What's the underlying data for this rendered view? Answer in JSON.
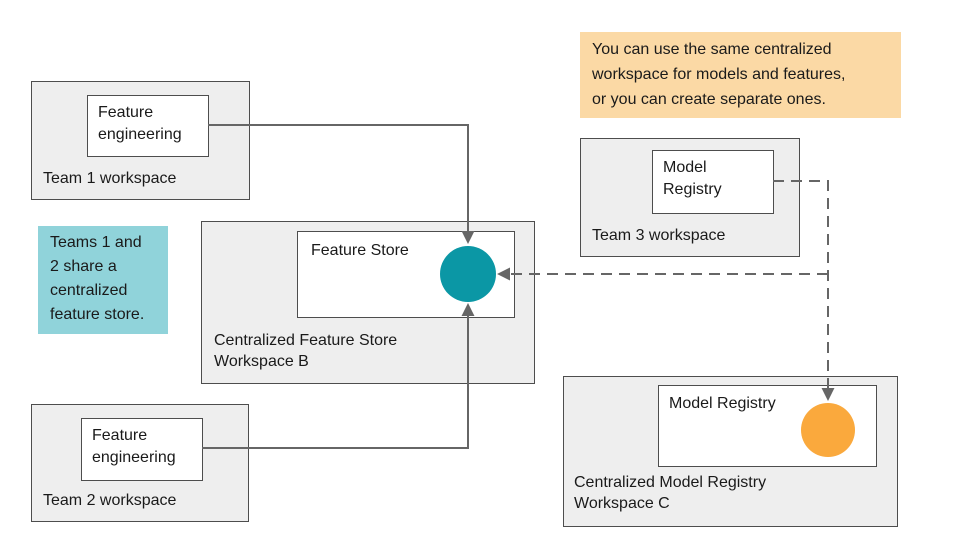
{
  "colors": {
    "workspace_fill": "#eeeeee",
    "workspace_border": "#4d4d4d",
    "node_border": "#4d4d4d",
    "line": "#666666",
    "teal_circle": "#0b97a5",
    "orange_circle": "#faa93d",
    "teal_note_bg": "#90d3da",
    "orange_note_bg": "#fbd9a5",
    "text": "#1a1a1a"
  },
  "notes": {
    "orange": "You can use the same centralized\nworkspace for models and features,\nor you can create separate ones.",
    "teal": "Teams 1 and\n2 share a\ncentralized\nfeature store."
  },
  "workspaces": {
    "team1": {
      "label": "Team 1 workspace",
      "node": "Feature\nengineering"
    },
    "team2": {
      "label": "Team 2 workspace",
      "node": "Feature\nengineering"
    },
    "team3": {
      "label": "Team 3 workspace",
      "node": "Model\nRegistry"
    },
    "feature_store": {
      "label": "Centralized Feature Store\nWorkspace B",
      "node": "Feature Store"
    },
    "model_registry": {
      "label": "Centralized Model Registry\nWorkspace C",
      "node": "Model Registry"
    }
  }
}
